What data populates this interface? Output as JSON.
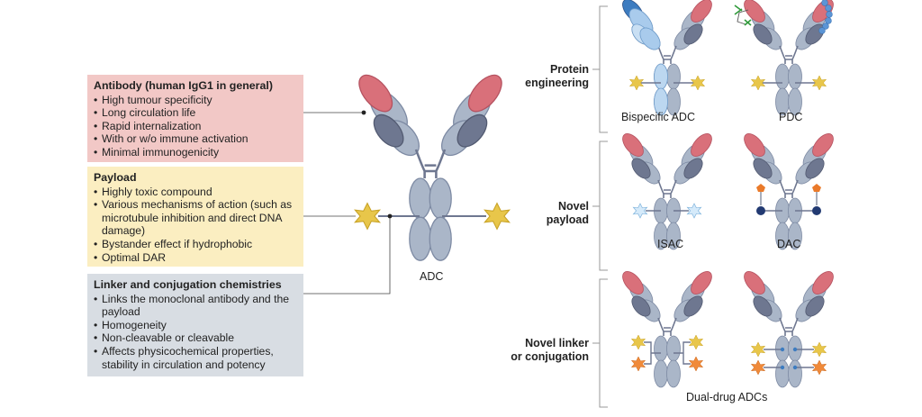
{
  "boxes": {
    "antibody": {
      "title": "Antibody (human IgG1 in general)",
      "items": [
        "High tumour specificity",
        "Long circulation life",
        "Rapid internalization",
        "With or w/o immune activation",
        "Minimal immunogenicity"
      ],
      "color": "#f2c8c6"
    },
    "payload": {
      "title": "Payload",
      "items": [
        "Highly toxic compound",
        "Various mechanisms of action (such as microtubule inhibition and direct DNA damage)",
        "Bystander effect if hydrophobic",
        "Optimal DAR"
      ],
      "color": "#fbeec1"
    },
    "linker": {
      "title": "Linker and conjugation chemistries",
      "items": [
        "Links the monoclonal antibody and the payload",
        "Homogeneity",
        "Non-cleavable or cleavable",
        "Affects physicochemical properties, stability in circulation and potency"
      ],
      "color": "#d8dde3"
    }
  },
  "center_label": "ADC",
  "categories": {
    "protein": {
      "line1": "Protein",
      "line2": "engineering"
    },
    "payload": {
      "line1": "Novel",
      "line2": "payload"
    },
    "linker": {
      "line1": "Novel linker",
      "line2": "or conjugation"
    }
  },
  "variants": {
    "bispecific": "Bispecific ADC",
    "pdc": "PDC",
    "isac": "ISAC",
    "dac": "DAC",
    "dual": "Dual-drug ADCs"
  },
  "colors": {
    "heavy": "#aab6c8",
    "light_dark": "#6e7790",
    "variable": "#d9707a",
    "payload_star": "#e8c64a",
    "bispecific_blue": "#3d7cc0",
    "orange_star": "#f08a3a",
    "dac_navy": "#223a72",
    "dac_orange": "#ea7a2a"
  }
}
